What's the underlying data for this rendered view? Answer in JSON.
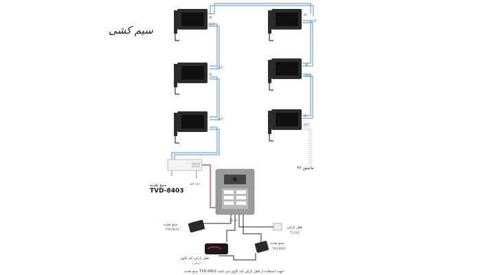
{
  "title": "سیم کشی",
  "monitor_ports": {
    "in": "IN",
    "out": "OUT"
  },
  "monitor_count_label": "مانیتور ۳۲",
  "power_supply_main": {
    "name": "منبع تغذیه",
    "model": "TVD-8403",
    "sub": "برق شهر"
  },
  "power_supply_left": {
    "name": "منبع تغذیه",
    "model": "TVD-8401"
  },
  "door_lock": {
    "name": "قفل بازکن",
    "model": "TL-543"
  },
  "power_supply_right": {
    "name": "منبع تغذیه",
    "model": "TVD-8402"
  },
  "card_lock": {
    "name": "قفل بازکن کنه کاوی",
    "sub": "(برقی)"
  },
  "panel_terminals": "D1 S2",
  "footer_note": "منبع تغذیه TVD-8402 جهت استفاده از قفل بازکن کنه کاوی می باشد."
}
